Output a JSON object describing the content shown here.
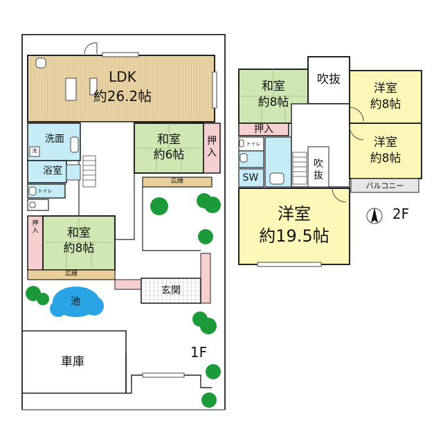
{
  "floor1": {
    "level": "1F",
    "ldk_name": "LDK",
    "ldk_size": "約26.2帖",
    "washroom": "洗面",
    "wash": "洗",
    "bath": "浴室",
    "toilet": "トイレ",
    "washitsu6_name": "和室",
    "washitsu6_size": "約6帖",
    "oshiire_a": "押入",
    "hiroen_a": "広縁",
    "oshiire_b": "押入",
    "washitsu8_name": "和室",
    "washitsu8_size": "約8帖",
    "hiroen_b": "広縁",
    "entrance": "玄関",
    "pond": "池",
    "garage": "車庫"
  },
  "floor2": {
    "level": "2F",
    "washitsu_name": "和室",
    "washitsu_size": "約8帖",
    "void_top": "吹抜",
    "void_mid": "吹抜",
    "youshitsu1_name": "洋室",
    "youshitsu1_size": "約8帖",
    "youshitsu2_name": "洋室",
    "youshitsu2_size": "約8帖",
    "oshiire": "押入",
    "toilet": "トイレ",
    "sw": "SW",
    "balcony": "バルコニー",
    "youshitsu_big_name": "洋室",
    "youshitsu_big_size": "約19.5帖"
  },
  "colors": {
    "tatami": "#cfe7b3",
    "flooring": "#e8d3a7",
    "water": "#c6ecf7",
    "room_yellow": "#fdf8b8",
    "closet": "#f6cfcf",
    "engawa": "#e9cf9a",
    "tree": "#1c9a3a",
    "pond": "#2ba4e6",
    "balcony": "#e6e6e6"
  }
}
